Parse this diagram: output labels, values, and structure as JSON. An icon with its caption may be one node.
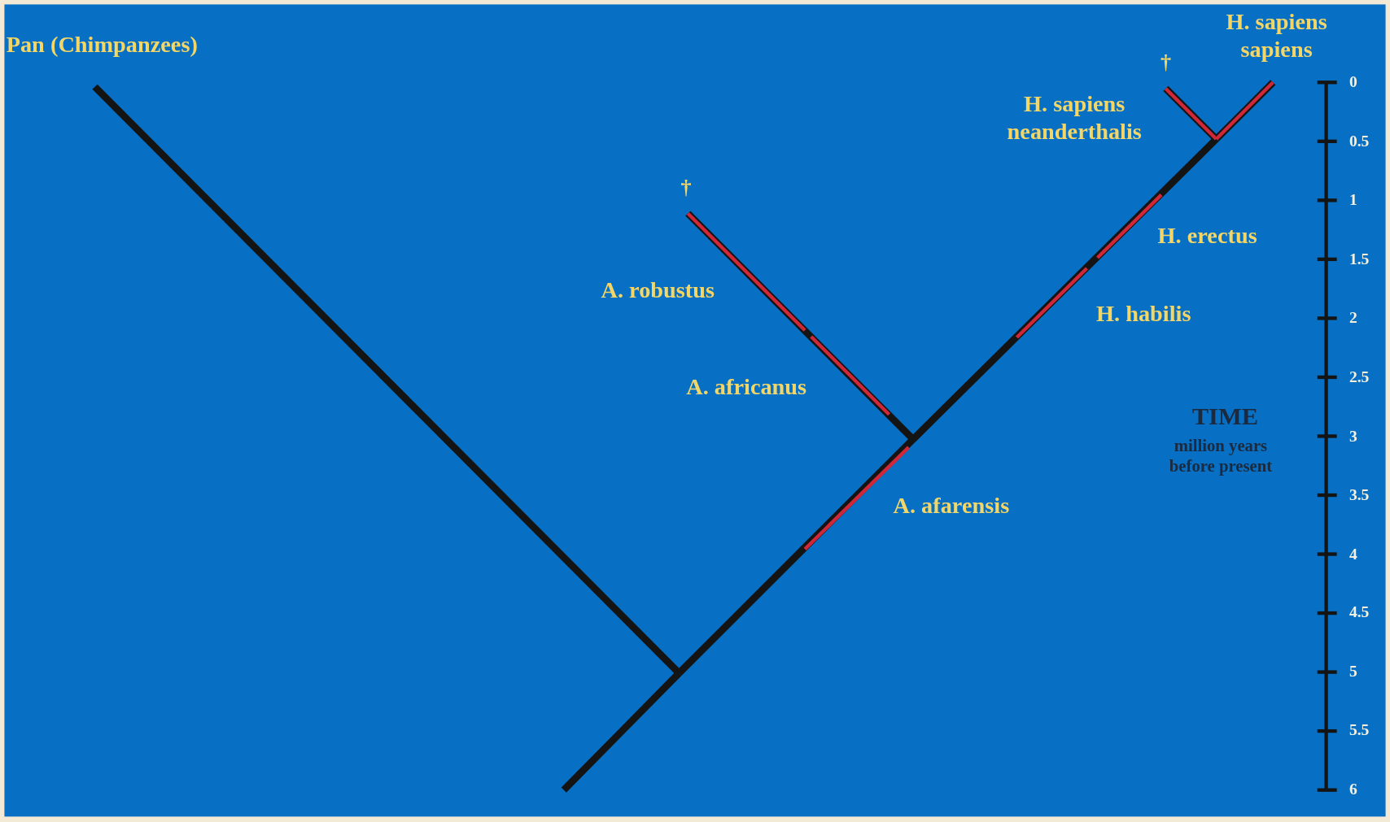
{
  "diagram": {
    "labels": [
      "Pan (Chimpanzees)",
      "H. sapiens sapiens",
      "†",
      "H. sapiens neanderthalis",
      "†",
      "H. erectus",
      "A. robustus",
      "H. habilis",
      "A. africanus",
      "TIME",
      "million years before present",
      "A. afarensis",
      "0",
      "0.5",
      "1",
      "1.5",
      "2",
      "2.5",
      "3",
      "3.5",
      "4",
      "4.5",
      "5",
      "5.5",
      "6"
    ]
  }
}
